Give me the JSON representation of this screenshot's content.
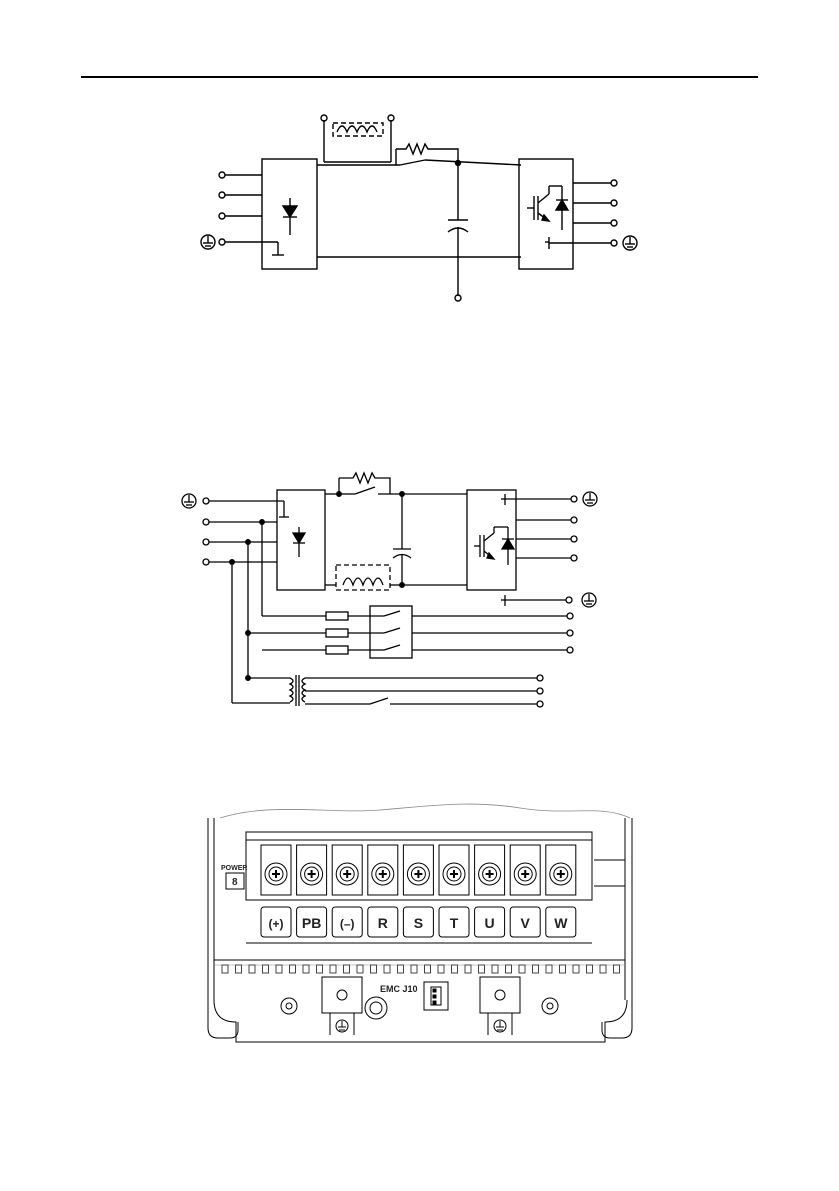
{
  "terminals": {
    "labels": [
      "(+)",
      "PB",
      "(–)",
      "R",
      "S",
      "T",
      "U",
      "V",
      "W"
    ],
    "power_label": "POWER",
    "power_indicator": "8",
    "emc_label": "EMC J10"
  },
  "icons": {
    "ground": "ground-icon",
    "screw": "screw-icon",
    "diode": "diode-icon",
    "igbt": "igbt-icon",
    "capacitor": "capacitor-icon",
    "inductor": "inductor-icon",
    "resistor": "resistor-icon",
    "switch": "switch-icon",
    "fuse": "fuse-icon",
    "transformer": "transformer-icon"
  }
}
